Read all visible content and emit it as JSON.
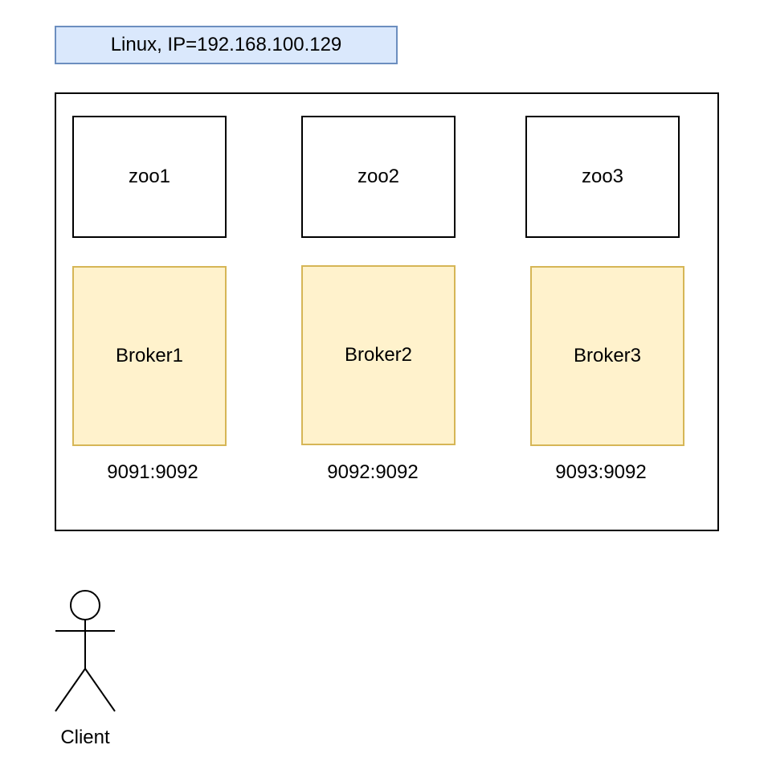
{
  "host": {
    "label": "Linux, IP=192.168.100.129"
  },
  "zookeepers": [
    {
      "label": "zoo1"
    },
    {
      "label": "zoo2"
    },
    {
      "label": "zoo3"
    }
  ],
  "brokers": [
    {
      "label": "Broker1",
      "port": "9091:9092"
    },
    {
      "label": "Broker2",
      "port": "9092:9092"
    },
    {
      "label": "Broker3",
      "port": "9093:9092"
    }
  ],
  "client": {
    "label": "Client",
    "icon": "actor-icon"
  },
  "colors": {
    "host_label_fill": "#dae8fc",
    "host_label_stroke": "#6c8ebf",
    "broker_fill": "#fff2cc",
    "broker_stroke": "#d6b656",
    "frame_stroke": "#000000"
  }
}
